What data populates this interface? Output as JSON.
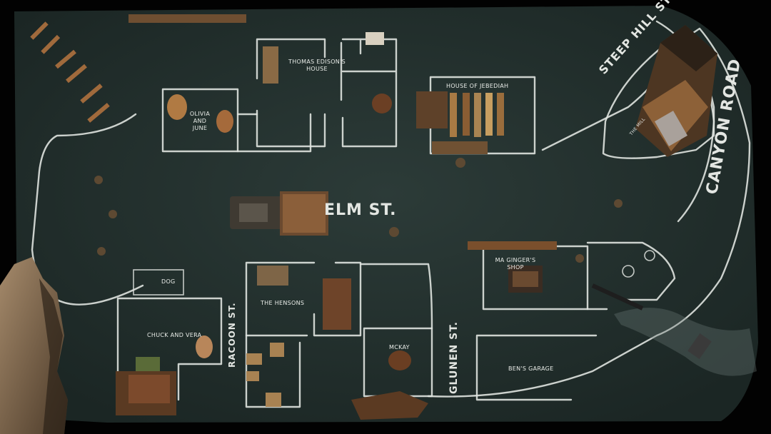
{
  "map": {
    "streets": {
      "elm": "ELM ST.",
      "steep_hill": "STEEP HILL ST.",
      "canyon": "CANYON ROAD",
      "racoon": "RACOON ST.",
      "glunen": "GLUNEN ST."
    },
    "lots": {
      "edison": "THOMAS EDISON'S HOUSE",
      "jebediah": "HOUSE OF JEBEDIAH",
      "olivia": "OLIVIA AND JUNE",
      "dog": "DOG",
      "chuck": "CHUCK AND VERA",
      "hensons": "THE HENSONS",
      "mckay": "McKAY",
      "ma_ginger": "MA GINGER'S SHOP",
      "ben": "BEN'S GARAGE",
      "mill": "THE MILL"
    }
  },
  "colors": {
    "ground": "#23312f",
    "chalk": "#dfe3df",
    "wood": "#7a4e2a",
    "wood_light": "#b08050"
  }
}
